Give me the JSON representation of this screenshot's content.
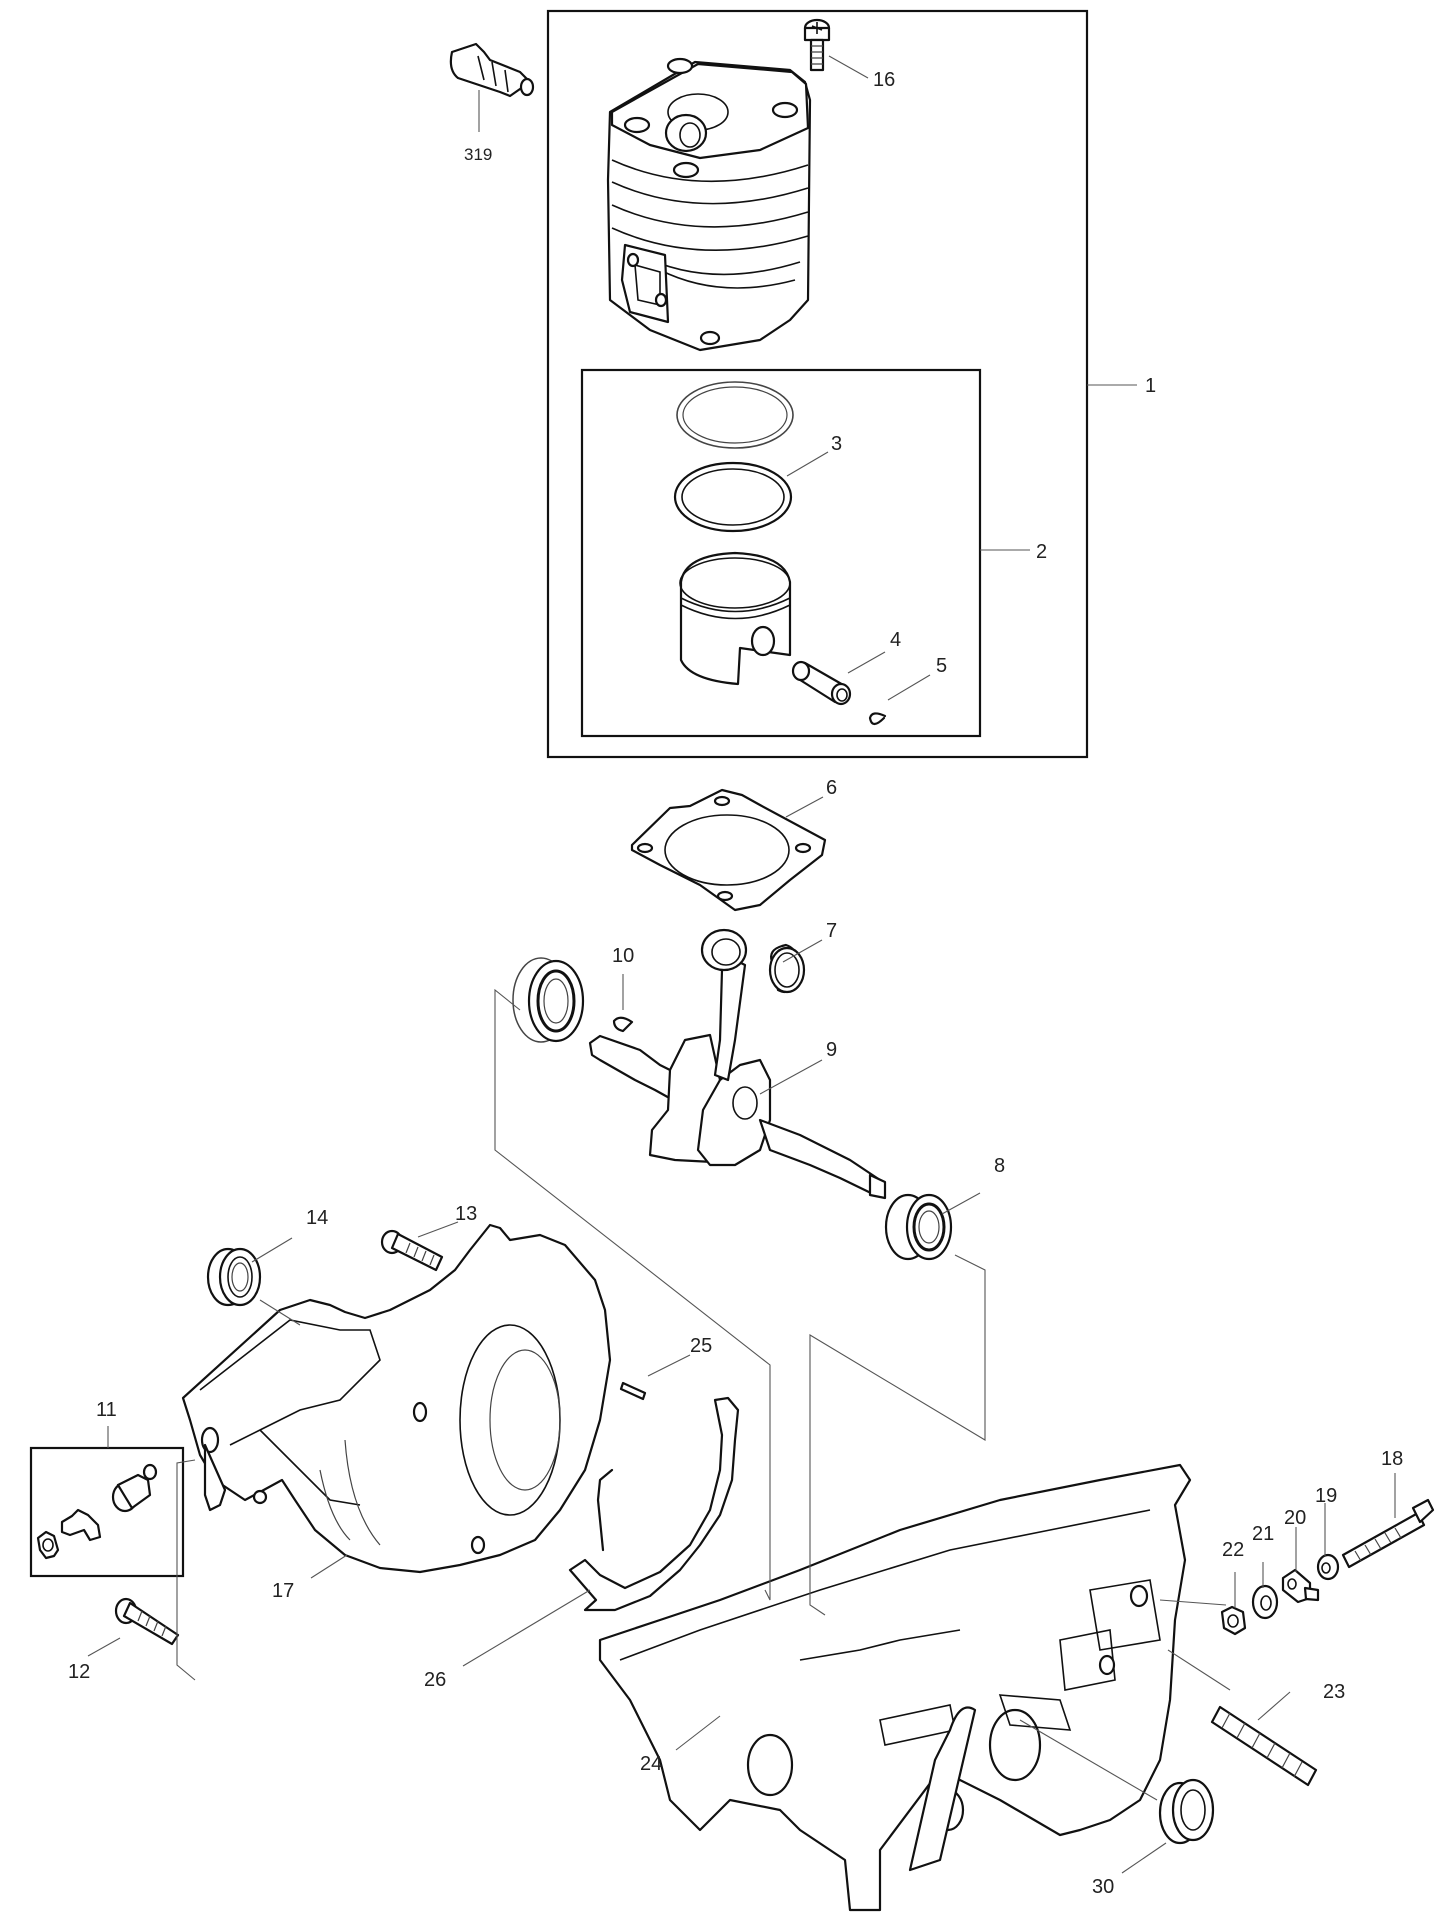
{
  "diagram": {
    "type": "exploded-parts-diagram",
    "subject": "Two-stroke engine cylinder, piston, crankshaft and crankcase assembly",
    "callouts": [
      {
        "id": "c1",
        "label": "1",
        "part": "cylinder assembly kit (box)"
      },
      {
        "id": "c2",
        "label": "2",
        "part": "piston kit (inner box)"
      },
      {
        "id": "c3",
        "label": "3",
        "part": "piston ring"
      },
      {
        "id": "c4",
        "label": "4",
        "part": "piston pin"
      },
      {
        "id": "c5",
        "label": "5",
        "part": "circlip"
      },
      {
        "id": "c6",
        "label": "6",
        "part": "cylinder gasket"
      },
      {
        "id": "c7",
        "label": "7",
        "part": "needle bearing"
      },
      {
        "id": "c8",
        "label": "8",
        "part": "ball bearing"
      },
      {
        "id": "c9",
        "label": "9",
        "part": "crankshaft with connecting rod"
      },
      {
        "id": "c10",
        "label": "10",
        "part": "woodruff key"
      },
      {
        "id": "c11",
        "label": "11",
        "part": "chain tensioner kit (box)"
      },
      {
        "id": "c12",
        "label": "12",
        "part": "screw"
      },
      {
        "id": "c13",
        "label": "13",
        "part": "screw"
      },
      {
        "id": "c14",
        "label": "14",
        "part": "oil seal"
      },
      {
        "id": "c16",
        "label": "16",
        "part": "cylinder screw"
      },
      {
        "id": "c17",
        "label": "17",
        "part": "crankcase half (left)"
      },
      {
        "id": "c18",
        "label": "18",
        "part": "bolt"
      },
      {
        "id": "c19",
        "label": "19",
        "part": "washer"
      },
      {
        "id": "c20",
        "label": "20",
        "part": "tensioner slide"
      },
      {
        "id": "c21",
        "label": "21",
        "part": "washer"
      },
      {
        "id": "c22",
        "label": "22",
        "part": "nut"
      },
      {
        "id": "c23",
        "label": "23",
        "part": "stud"
      },
      {
        "id": "c24",
        "label": "24",
        "part": "crankcase half (right)"
      },
      {
        "id": "c25",
        "label": "25",
        "part": "dowel pin"
      },
      {
        "id": "c26",
        "label": "26",
        "part": "crankcase gasket"
      },
      {
        "id": "c30",
        "label": "30",
        "part": "oil seal"
      },
      {
        "id": "c319",
        "label": "319",
        "part": "decompression valve"
      }
    ]
  }
}
